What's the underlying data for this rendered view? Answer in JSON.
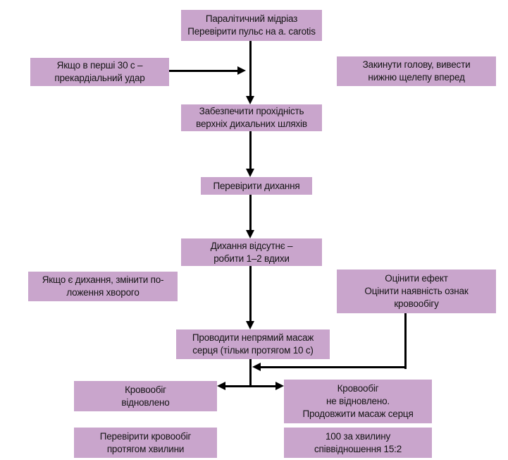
{
  "diagram": {
    "type": "flowchart",
    "language": "uk",
    "topic": "Алгоритм серцево-легеневої реанімації",
    "colors": {
      "box_fill": "#c9a5cc",
      "line": "#000000",
      "text": "#141414",
      "background": "#ffffff"
    },
    "nodes": {
      "start": {
        "lines": [
          "Паралітичний мідріаз",
          "Перевірити пульс на a. carotis"
        ]
      },
      "precordial": {
        "lines": [
          "Якщо в перші 30 с –",
          "прекардіальний удар"
        ]
      },
      "head_tilt": {
        "lines": [
          "Закинути голову, вивести",
          "нижню щелепу вперед"
        ]
      },
      "airway": {
        "lines": [
          "Забезпечити прохідність",
          "верхніх дихальних шляхів"
        ]
      },
      "check_breathing": {
        "lines": [
          "Перевірити дихання"
        ]
      },
      "no_breathing": {
        "lines": [
          "Дихання відсутнє –",
          "робити 1–2 вдихи"
        ]
      },
      "reposition": {
        "lines": [
          "Якщо є дихання, змінити по-",
          "ложення хворого"
        ]
      },
      "evaluate": {
        "lines": [
          "Оцінити ефект",
          "Оцінити наявність ознак",
          "кровообігу"
        ]
      },
      "massage": {
        "lines": [
          "Проводити непрямий масаж",
          "серця (тільки протягом 10 с)"
        ]
      },
      "restored": {
        "lines": [
          "Кровообіг",
          "відновлено"
        ]
      },
      "not_restored": {
        "lines": [
          "Кровообіг",
          "не відновлено.",
          "Продовжити масаж серця"
        ]
      },
      "check_circulation": {
        "lines": [
          "Перевірити кровообіг",
          "протягом хвилини"
        ]
      },
      "rate": {
        "lines": [
          "100 за хвилину",
          "співвідношення 15:2"
        ]
      }
    },
    "edges": [
      "start -> airway (arrow down)",
      "precordial -> main line (arrow right)",
      "airway -> check_breathing (arrow down)",
      "check_breathing -> no_breathing (arrow down)",
      "no_breathing -> massage (arrow down)",
      "evaluate -> main line (down then arrow left)",
      "massage -> restored (arrow left) / not_restored (arrow right)"
    ]
  }
}
